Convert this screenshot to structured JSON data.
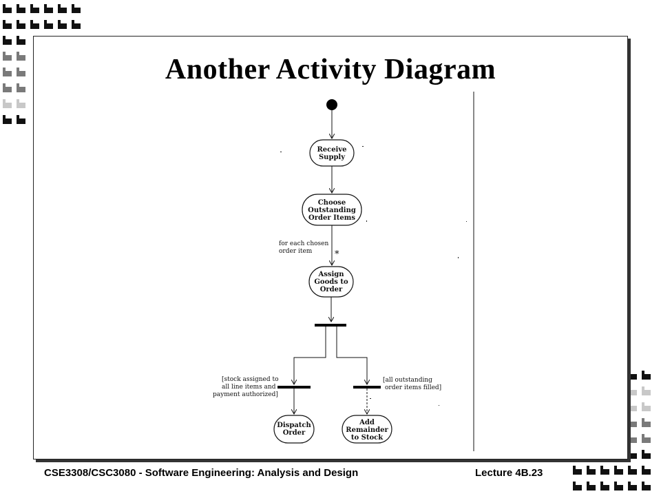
{
  "slide": {
    "title": "Another Activity Diagram"
  },
  "diagram": {
    "nodes": {
      "receive_supply": [
        "Receive",
        "Supply"
      ],
      "choose_items": [
        "Choose",
        "Outstanding",
        "Order Items"
      ],
      "assign_goods": [
        "Assign",
        "Goods to",
        "Order"
      ],
      "dispatch_order": [
        "Dispatch",
        "Order"
      ],
      "add_remainder": [
        "Add",
        "Remainder",
        "to Stock"
      ]
    },
    "labels": {
      "iteration_guard": [
        "for each chosen",
        "order item"
      ],
      "iteration_marker": "*",
      "guard_left": [
        "[stock assigned to",
        "all line items and",
        "payment authorized]"
      ],
      "guard_right": [
        "[all outstanding",
        "order items filled]"
      ]
    }
  },
  "footer": {
    "course": "CSE3308/CSC3080 - Software Engineering: Analysis and Design",
    "lecture": "Lecture 4B.23"
  },
  "colors": {
    "square_dark": "#111111",
    "square_mid": "#7a7a7a",
    "square_light": "#c8c8c8"
  }
}
